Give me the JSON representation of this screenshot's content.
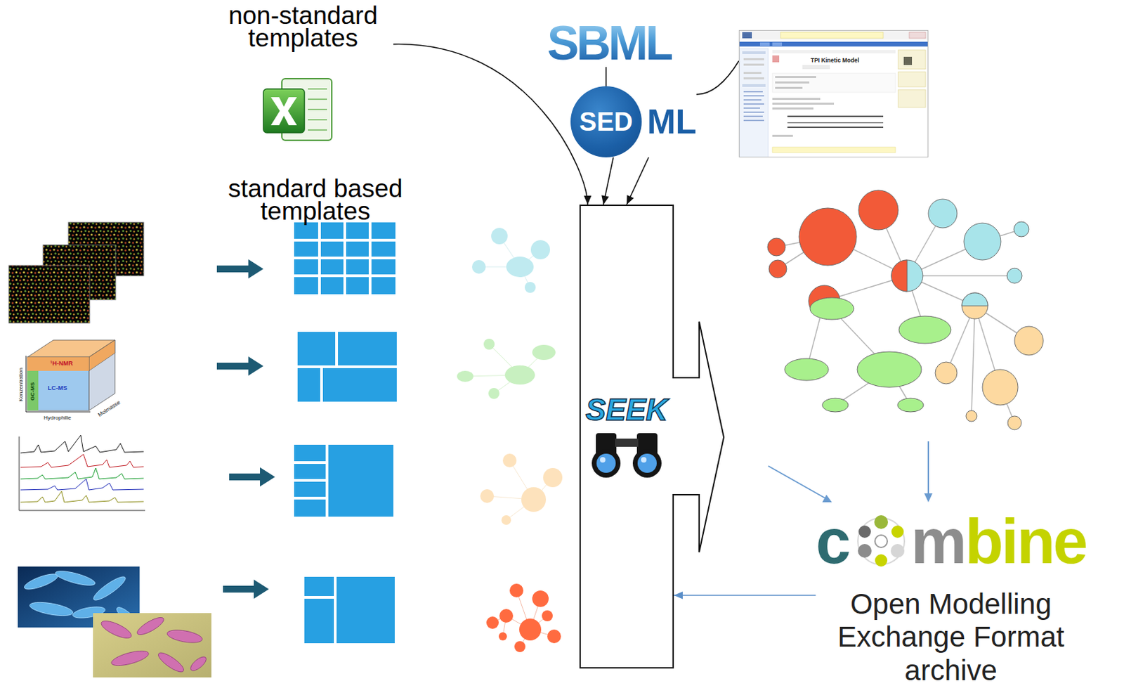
{
  "diagram": {
    "nodes": [
      {
        "text": [
          "non-standard templates"
        ]
      },
      {
        "text": [
          "SBML"
        ]
      },
      {
        "text": [
          "SED",
          "ML"
        ]
      },
      {
        "text": [
          "TPI Kinetic Model"
        ]
      },
      {
        "text": [
          "SEEK"
        ]
      },
      {
        "text": [
          "c",
          "mbine",
          "Open Modelling Exchange Format archive"
        ]
      }
    ],
    "edges": [
      {
        "from": 0,
        "to": 4,
        "arrow": "to"
      },
      {
        "from": 1,
        "to": 2,
        "arrow": "none"
      },
      {
        "from": 3,
        "to": 2,
        "arrow": "none"
      },
      {
        "from": 2,
        "to": 4,
        "arrow": "to"
      },
      {
        "from": 2,
        "to": 4,
        "arrow": "to"
      },
      {
        "from": 5,
        "to": 4,
        "arrow": "to"
      }
    ],
    "labels": [
      "standard based templates",
      "¹H-NMR",
      "LC-MS",
      "GC-MS",
      "Konzentration",
      "Hydrophilie",
      "Molmasse"
    ]
  }
}
